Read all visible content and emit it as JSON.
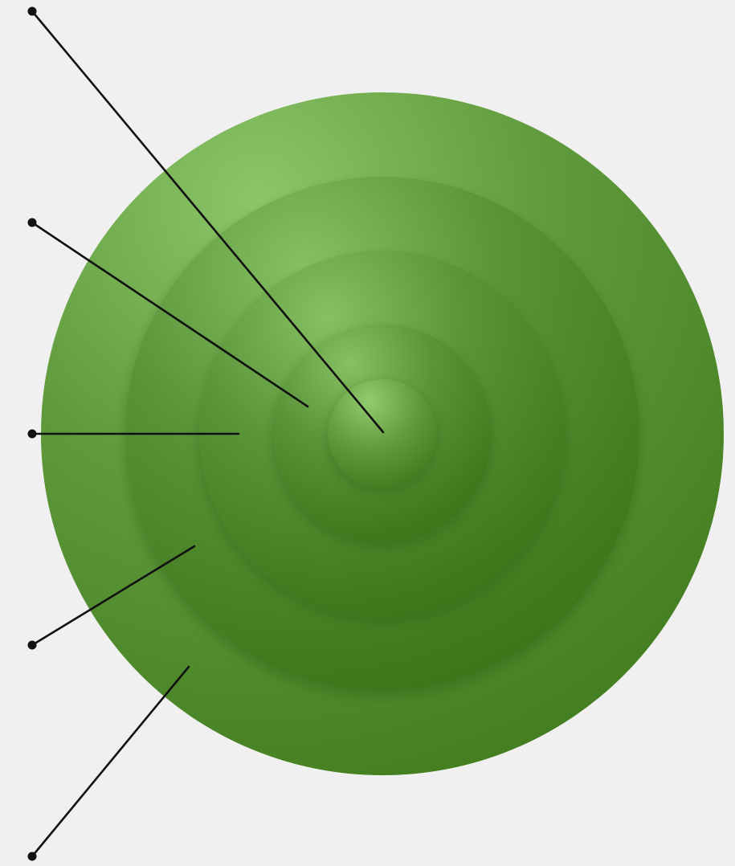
{
  "diagram": {
    "type": "concentric-rings",
    "ring_count": 5,
    "callout_count": 5,
    "colors": {
      "background": "#f0f0f0",
      "ring_light": "#8cc66a",
      "ring_mid": "#5f9a3c",
      "ring_dark": "#3e7a1c",
      "line": "#111111"
    },
    "labels": []
  }
}
